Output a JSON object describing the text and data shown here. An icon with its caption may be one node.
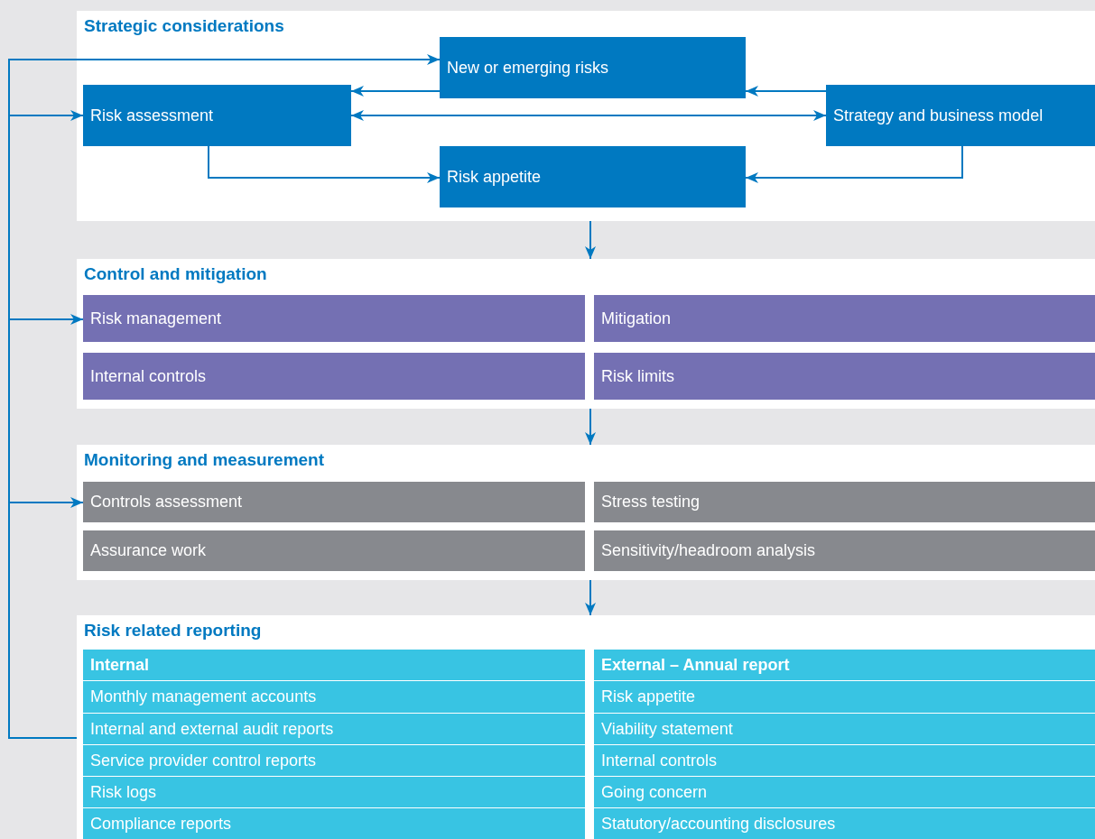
{
  "diagram": {
    "nodes": [
      {
        "text": [
          "Strategic considerations"
        ]
      },
      {
        "text": [
          "New or emerging risks"
        ],
        "in": 0
      },
      {
        "text": [
          "Risk assessment"
        ],
        "in": 0
      },
      {
        "text": [
          "Strategy and business model"
        ],
        "in": 0
      },
      {
        "text": [
          "Risk appetite"
        ],
        "in": 0
      },
      {
        "text": [
          "Control and mitigation"
        ]
      },
      {
        "text": [
          "Risk management"
        ],
        "in": 5
      },
      {
        "text": [
          "Mitigation"
        ],
        "in": 5
      },
      {
        "text": [
          "Internal controls"
        ],
        "in": 5
      },
      {
        "text": [
          "Risk limits"
        ],
        "in": 5
      },
      {
        "text": [
          "Monitoring and measurement"
        ]
      },
      {
        "text": [
          "Controls assessment"
        ],
        "in": 10
      },
      {
        "text": [
          "Stress testing"
        ],
        "in": 10
      },
      {
        "text": [
          "Assurance work"
        ],
        "in": 10
      },
      {
        "text": [
          "Sensitivity/headroom analysis"
        ],
        "in": 10
      },
      {
        "text": [
          "Risk related reporting"
        ]
      },
      {
        "text": [
          "Internal",
          "Monthly management accounts",
          "Internal and external audit reports",
          "Service provider control reports",
          "Risk logs",
          "Compliance reports"
        ],
        "in": 15
      },
      {
        "text": [
          "External – Annual report",
          "Risk appetite",
          "Viability statement",
          "Internal controls",
          "Going concern",
          "Statutory/accounting disclosures"
        ],
        "in": 15
      }
    ],
    "edges": [
      {
        "from": 3,
        "to": 1,
        "arrow": "to"
      },
      {
        "from": 1,
        "to": 2,
        "arrow": "to"
      },
      {
        "from": 2,
        "to": 3,
        "arrow": "both"
      },
      {
        "from": 2,
        "to": 4,
        "arrow": "to"
      },
      {
        "from": 3,
        "to": 4,
        "arrow": "to"
      },
      {
        "from": 0,
        "to": 5,
        "arrow": "to"
      },
      {
        "from": 5,
        "to": 10,
        "arrow": "to"
      },
      {
        "from": 10,
        "to": 15,
        "arrow": "to"
      },
      {
        "from": 15,
        "to": 1,
        "arrow": "to"
      },
      {
        "from": 15,
        "to": 2,
        "arrow": "to"
      },
      {
        "from": 15,
        "to": 6,
        "arrow": "to"
      },
      {
        "from": 15,
        "to": 11,
        "arrow": "to"
      }
    ]
  }
}
